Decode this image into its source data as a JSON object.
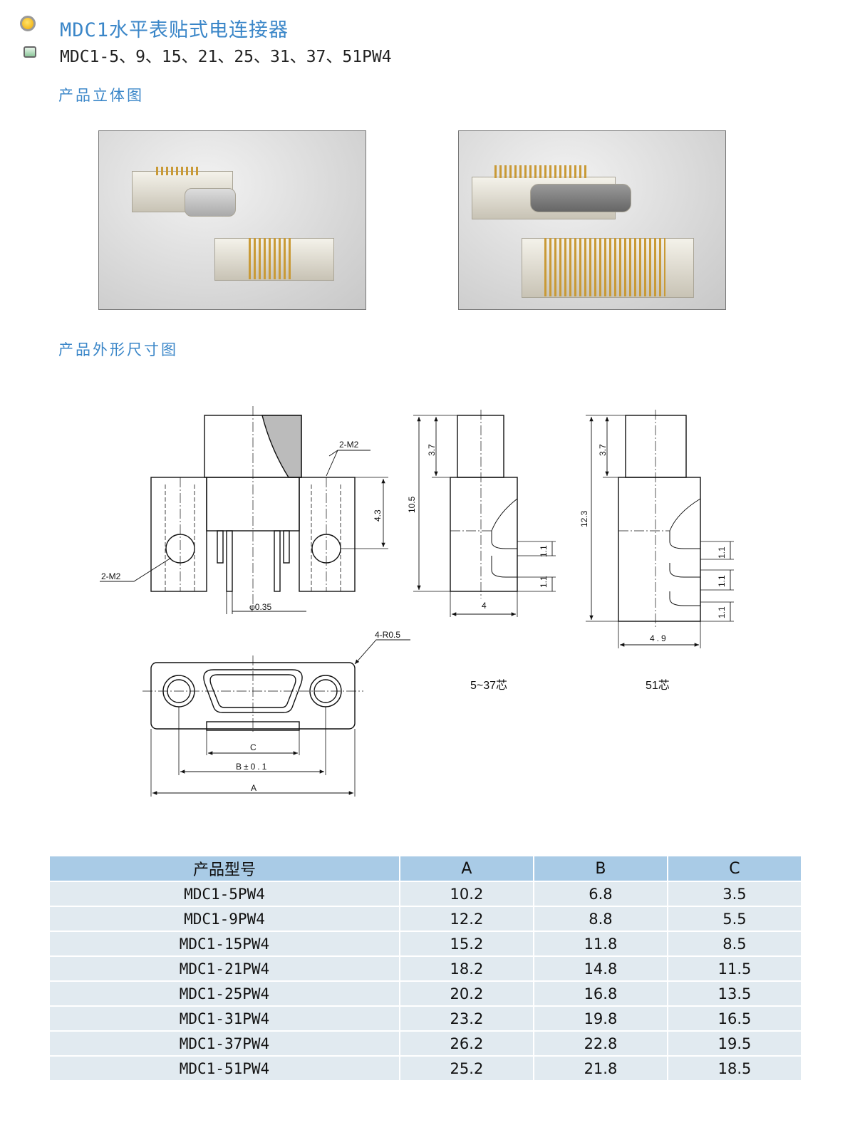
{
  "header": {
    "title": "MDC1水平表贴式电连接器",
    "subtitle": "MDC1-5、9、15、21、25、31、37、51PW4"
  },
  "sections": {
    "photos": "产品立体图",
    "dimensions": "产品外形尺寸图"
  },
  "drawing": {
    "label_2m2_top": "2-M2",
    "label_2m2_left": "2-M2",
    "dim_43": "4.3",
    "dim_phi035": "φ0.35",
    "dim_4r05": "4-R0.5",
    "dim_c": "C",
    "dim_b": "B±0.1",
    "dim_a": "A",
    "side1": {
      "dim_37": "3.7",
      "dim_105": "10.5",
      "dim_11a": "1.1",
      "dim_11b": "1.1",
      "dim_4": "4",
      "caption": "5~37芯"
    },
    "side2": {
      "dim_37": "3.7",
      "dim_123": "12.3",
      "dim_11a": "1.1",
      "dim_11b": "1.1",
      "dim_11c": "1.1",
      "dim_49": "4.9",
      "caption": "51芯"
    }
  },
  "table": {
    "headers": [
      "产品型号",
      "A",
      "B",
      "C"
    ],
    "rows": [
      [
        "MDC1-5PW4",
        "10.2",
        "6.8",
        "3.5"
      ],
      [
        "MDC1-9PW4",
        "12.2",
        "8.8",
        "5.5"
      ],
      [
        "MDC1-15PW4",
        "15.2",
        "11.8",
        "8.5"
      ],
      [
        "MDC1-21PW4",
        "18.2",
        "14.8",
        "11.5"
      ],
      [
        "MDC1-25PW4",
        "20.2",
        "16.8",
        "13.5"
      ],
      [
        "MDC1-31PW4",
        "23.2",
        "19.8",
        "16.5"
      ],
      [
        "MDC1-37PW4",
        "26.2",
        "22.8",
        "19.5"
      ],
      [
        "MDC1-51PW4",
        "25.2",
        "21.8",
        "18.5"
      ]
    ]
  }
}
